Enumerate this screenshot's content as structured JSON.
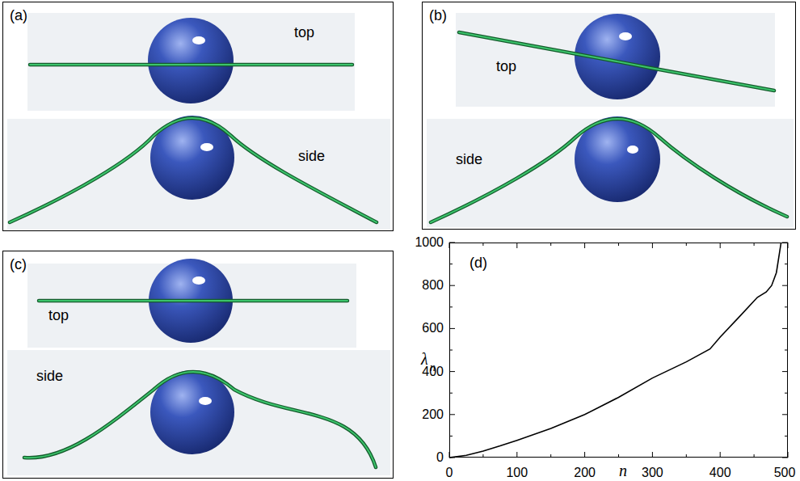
{
  "diagram": {
    "nodes": [
      {
        "text": [
          "(a)"
        ]
      },
      {
        "text": [
          "top"
        ],
        "in": 0
      },
      {
        "text": [
          "side"
        ],
        "in": 0
      },
      {
        "text": [
          "(b)"
        ]
      },
      {
        "text": [
          "top"
        ],
        "in": 3
      },
      {
        "text": [
          "side"
        ],
        "in": 3
      },
      {
        "text": [
          "(c)"
        ]
      },
      {
        "text": [
          "top"
        ],
        "in": 6
      },
      {
        "text": [
          "side"
        ],
        "in": 6
      },
      {
        "text": [
          "(d)"
        ]
      }
    ],
    "labels": [
      "0",
      "200",
      "400",
      "600",
      "800",
      "1000",
      "0",
      "100",
      "200",
      "300",
      "400",
      "500",
      "λ",
      "n",
      "n"
    ]
  }
}
